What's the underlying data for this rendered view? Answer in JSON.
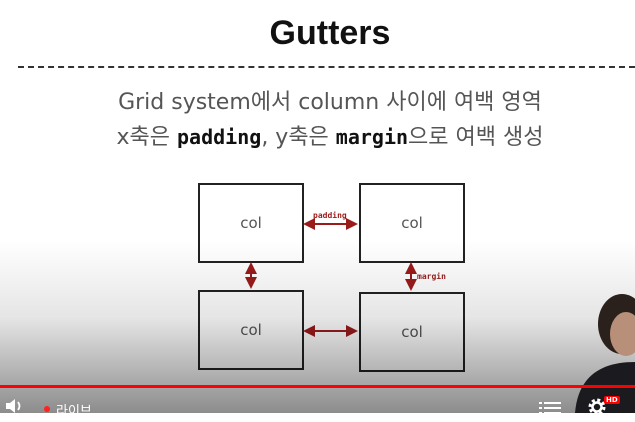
{
  "slide": {
    "title": "Gutters",
    "line1": "Grid system에서 column 사이에 여백 영역",
    "line2": {
      "part1": "x축은 ",
      "code1": "padding",
      "part2": ", y축은 ",
      "code2": "margin",
      "part3": "으로 여백 생성"
    }
  },
  "diagram": {
    "boxes": [
      "col",
      "col",
      "col",
      "col"
    ],
    "padding_label": "padding",
    "margin_label": "margin"
  },
  "player": {
    "live_label": "라이브",
    "progress_percent": 100,
    "hd_badge": "HD",
    "accent_color": "#ff0000",
    "icons": [
      "volume-icon",
      "chapters-icon",
      "gear-icon"
    ]
  }
}
